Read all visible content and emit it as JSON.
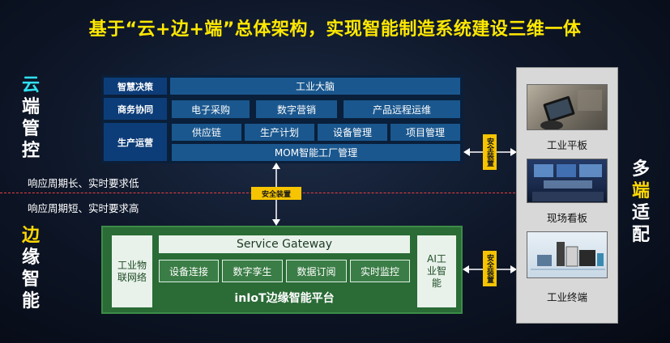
{
  "title": "基于“云+边+端”总体架构，实现智能制造系统建设三维一体",
  "cloud_label": [
    "云",
    "端",
    "管",
    "控"
  ],
  "edge_label": [
    "边",
    "缘",
    "智",
    "能"
  ],
  "device_label": [
    "多",
    "端",
    "适",
    "配"
  ],
  "cloud": {
    "rows": [
      {
        "label": "智慧决策",
        "cells": [
          "工业大脑"
        ]
      },
      {
        "label": "商务协同",
        "cells": [
          "电子采购",
          "数字营销",
          "产品远程运维"
        ]
      },
      {
        "label": "生产运营",
        "cells": [
          "供应链",
          "生产计划",
          "设备管理",
          "项目管理"
        ]
      }
    ],
    "mom": "MOM智能工厂管理"
  },
  "response_long": "响应周期长、实时要求低",
  "response_short": "响应周期短、实时要求高",
  "security": "安全装置",
  "edge": {
    "left": "工业物联网络",
    "gateway": "Service Gateway",
    "cells": [
      "设备连接",
      "数字孪生",
      "数据订阅",
      "实时监控"
    ],
    "right": "AI工业智能",
    "platform": "inIoT边缘智能平台"
  },
  "devices": [
    "工业平板",
    "现场看板",
    "工业终端"
  ],
  "colors": {
    "title": "#ffe800",
    "cloud_text": "#30e0f0",
    "edge_text": "#ffd800",
    "security": "#f6c400",
    "edge_bg": "#2a6b36",
    "dashed": "#e84040"
  }
}
